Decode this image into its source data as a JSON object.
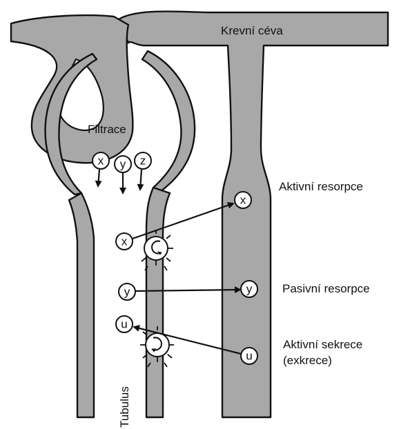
{
  "labels": {
    "vessel": "Krevní céva",
    "filtration": "Filtrace",
    "active_resorption": "Aktivní resorpce",
    "passive_resorption": "Pasivní resorpce",
    "active_secretion_line1": "Aktivní sekrece",
    "active_secretion_line2": "(exkrece)",
    "tubulus": "Tubulus"
  },
  "molecules": {
    "x": "x",
    "y": "y",
    "z": "z",
    "u": "u"
  }
}
